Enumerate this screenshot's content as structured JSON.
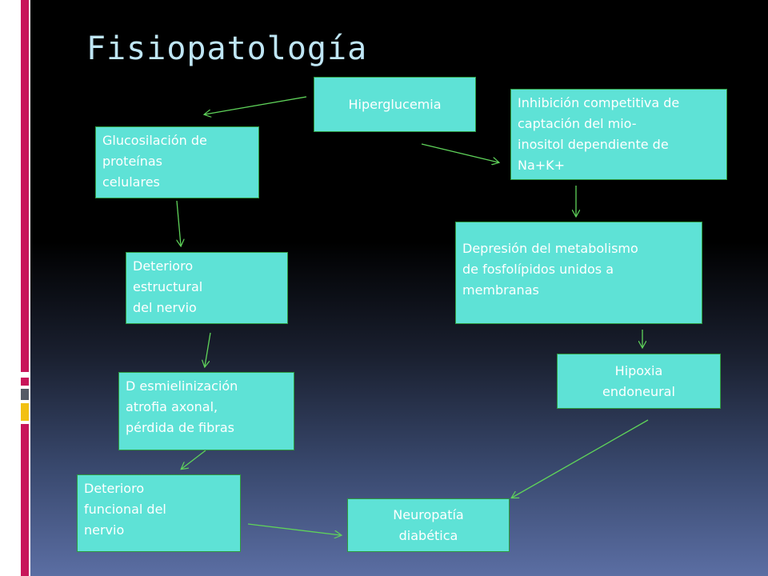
{
  "slide": {
    "title": "Fisiopatología"
  },
  "colors": {
    "node_fill": "#5ee2d6",
    "node_border": "#2e9a3e",
    "node_text": "#ffffff",
    "arrow": "#5fd35a",
    "title": "#bfe6f5"
  },
  "nodes": {
    "hiperglucemia": "Hiperglucemia",
    "inhibicion": "Inhibición competitiva de\ncaptación del mio-\ninositol dependiente de\nNa+K+",
    "glucosilacion": "Glucosilación de\nproteínas\ncelulares",
    "depresion": "Depresión del metabolismo\nde fosfolípidos unidos a\nmembranas",
    "deterioro_estructural": "Deterioro\nestructural\ndel nervio",
    "hipoxia": "Hipoxia\nendoneural",
    "desmielinizacion": "D esmielinización\natrofia axonal,\npérdida de fibras",
    "deterioro_funcional": "Deterioro\nfuncional del\nnervio",
    "neuropatia": "Neuropatía\ndiabética"
  }
}
